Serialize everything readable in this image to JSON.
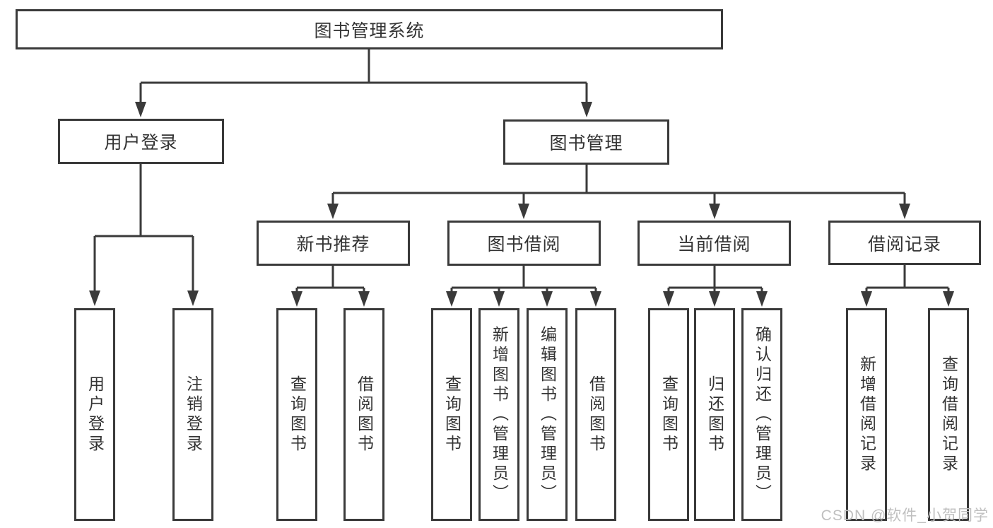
{
  "diagram": {
    "root": {
      "label": "图书管理系统"
    },
    "level2": [
      {
        "label": "用户登录"
      },
      {
        "label": "图书管理"
      }
    ],
    "level3": [
      {
        "label": "新书推荐"
      },
      {
        "label": "图书借阅"
      },
      {
        "label": "当前借阅"
      },
      {
        "label": "借阅记录"
      }
    ],
    "leaves": {
      "login": [
        {
          "label": "用户登录"
        },
        {
          "label": "注销登录"
        }
      ],
      "recommend": [
        {
          "label": "查询图书"
        },
        {
          "label": "借阅图书"
        }
      ],
      "borrow": [
        {
          "label": "查询图书"
        },
        {
          "label": "新增图书（管理员）"
        },
        {
          "label": "编辑图书（管理员）"
        },
        {
          "label": "借阅图书"
        }
      ],
      "current": [
        {
          "label": "查询图书"
        },
        {
          "label": "归还图书"
        },
        {
          "label": "确认归还（管理员）"
        }
      ],
      "records": [
        {
          "label": "新增借阅记录"
        },
        {
          "label": "查询借阅记录"
        }
      ]
    },
    "watermark": "CSDN @软件_小贺同学",
    "colors": {
      "line": "#3a3a3a",
      "text": "#333333",
      "watermark": "#bfbfbf"
    }
  }
}
